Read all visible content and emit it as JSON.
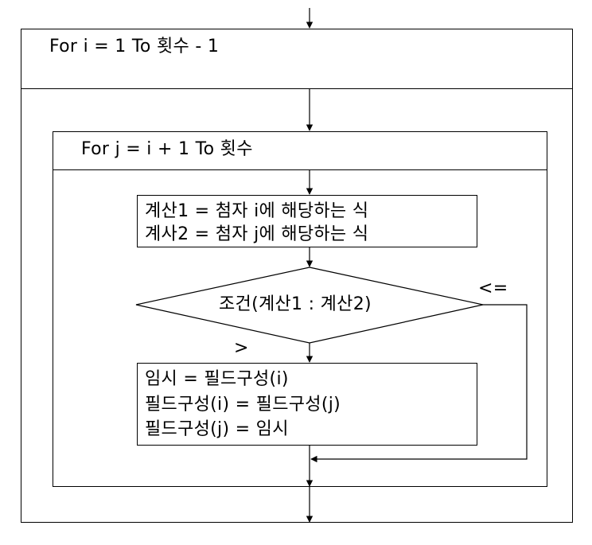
{
  "outer_loop": {
    "header": "For  i = 1 To 횟수 - 1"
  },
  "inner_loop": {
    "header": "For  j = i + 1 To 횟수"
  },
  "assign_box": {
    "lines": [
      "계산1 = 첨자 i에 해당하는 식",
      "계사2 = 첨자 j에 해당하는 식"
    ]
  },
  "condition": {
    "text": "조건(계산1 : 계산2)",
    "true_label": ">",
    "false_label": "<="
  },
  "swap_box": {
    "lines": [
      "임시 = 필드구성(i)",
      "필드구성(i) = 필드구성(j)",
      "필드구성(j) = 임시"
    ]
  }
}
